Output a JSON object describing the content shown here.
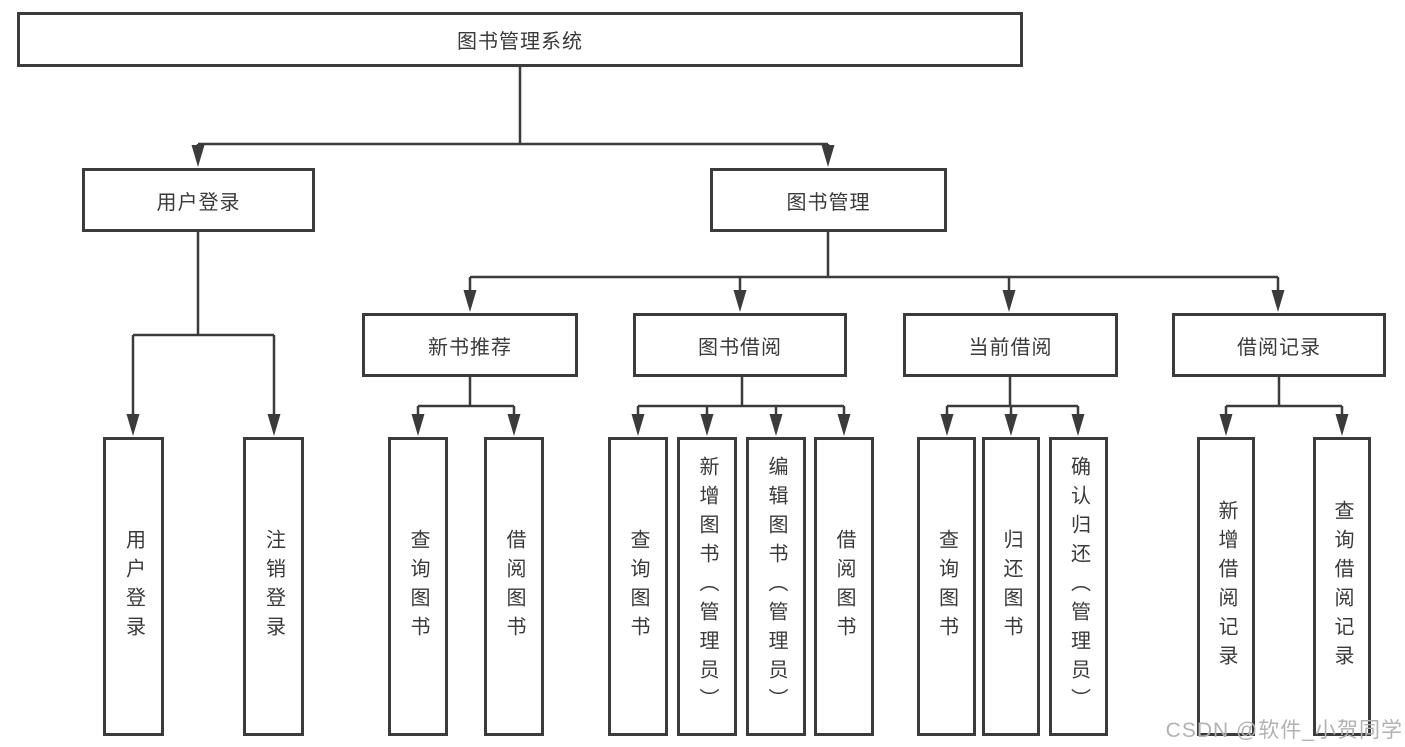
{
  "diagram": {
    "type": "tree",
    "root": {
      "label": "图书管理系统",
      "children": [
        {
          "label": "用户登录",
          "children": [
            {
              "label": "用户登录"
            },
            {
              "label": "注销登录"
            }
          ]
        },
        {
          "label": "图书管理",
          "children": [
            {
              "label": "新书推荐",
              "children": [
                {
                  "label": "查询图书"
                },
                {
                  "label": "借阅图书"
                }
              ]
            },
            {
              "label": "图书借阅",
              "children": [
                {
                  "label": "查询图书"
                },
                {
                  "label": "新增图书（管理员）"
                },
                {
                  "label": "编辑图书（管理员）"
                },
                {
                  "label": "借阅图书"
                }
              ]
            },
            {
              "label": "当前借阅",
              "children": [
                {
                  "label": "查询图书"
                },
                {
                  "label": "归还图书"
                },
                {
                  "label": "确认归还（管理员）"
                }
              ]
            },
            {
              "label": "借阅记录",
              "children": [
                {
                  "label": "新增借阅记录"
                },
                {
                  "label": "查询借阅记录"
                }
              ]
            }
          ]
        }
      ]
    }
  },
  "watermark": {
    "text": "CSDN @软件_小贺同学"
  },
  "colors": {
    "line": "#3b3b3b",
    "box_border": "#3b3b3b",
    "text": "#3a3a3a",
    "watermark": "#b2b2b2",
    "background": "#ffffff"
  }
}
